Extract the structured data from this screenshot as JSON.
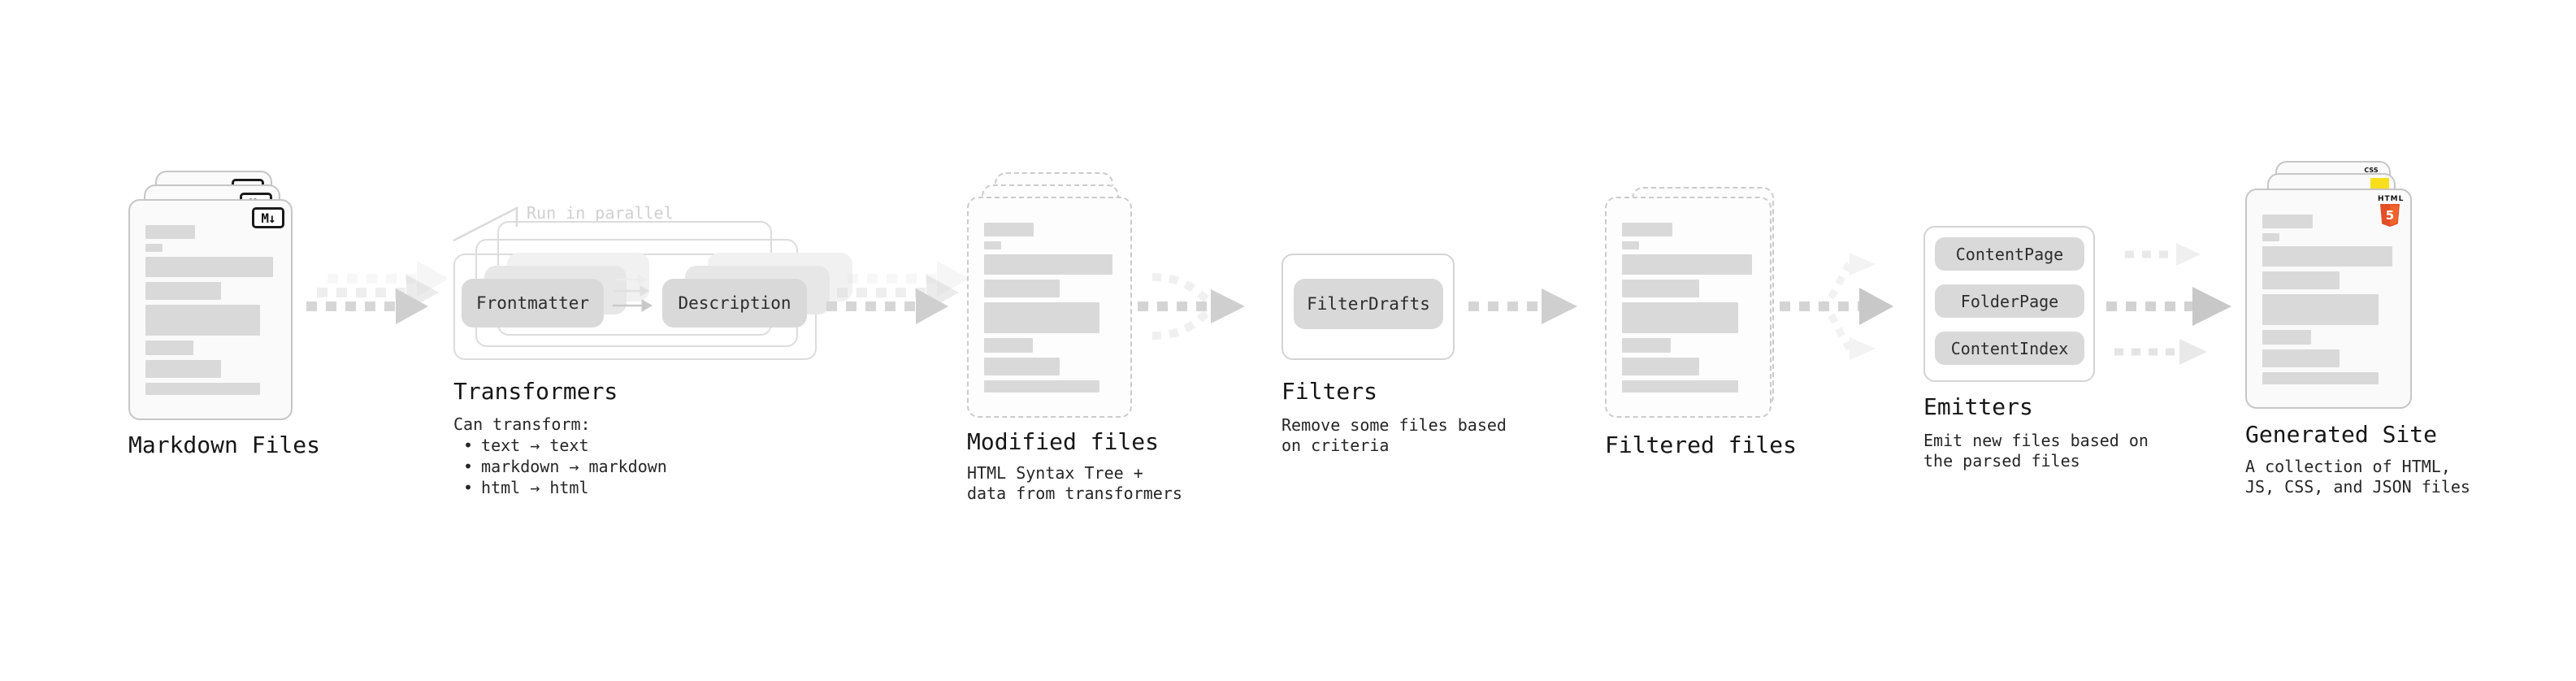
{
  "ui": {
    "bullet_char": "•"
  },
  "colors": {
    "background": "#ffffff",
    "text": "#1f1f1f",
    "muted_note": "#d0d0d0",
    "card_bg": "#fafafa",
    "card_border": "#c6c6c6",
    "bar": "#d9d9d9",
    "pill_bg": "#d9d9d9",
    "pill_text": "#2d2d2d",
    "box_border": "#dcdcdc",
    "arrow_dash": "#d6d6d6",
    "arrow_head": "#cfcfcf",
    "js_yellow": "#f7df1e",
    "html5_orange": "#e34f26",
    "css_blue": "#2c65f1"
  },
  "badges": {
    "markdown_icon": "M↓",
    "css_label": "CSS",
    "html5_label": "HTML",
    "html5_number": "5"
  },
  "file_card_bars": [
    {
      "w": 38,
      "h": 17
    },
    {
      "w": 13,
      "h": 10
    },
    {
      "w": 98,
      "h": 25
    },
    {
      "w": 58,
      "h": 22
    },
    {
      "w": 88,
      "h": 38
    },
    {
      "w": 37,
      "h": 18
    },
    {
      "w": 58,
      "h": 22
    },
    {
      "w": 88,
      "h": 15
    }
  ],
  "stages": {
    "markdown": {
      "title": "Markdown Files"
    },
    "transformers": {
      "title": "Transformers",
      "note": "Run in parallel",
      "pills": [
        "Frontmatter",
        "Description"
      ],
      "desc_heading": "Can transform:",
      "bullets": [
        "text → text",
        "markdown → markdown",
        "html → html"
      ]
    },
    "modified": {
      "title": "Modified files",
      "desc": [
        "HTML Syntax Tree +",
        "data from transformers"
      ]
    },
    "filters": {
      "title": "Filters",
      "pill": "FilterDrafts",
      "desc": [
        "Remove some files based",
        "on criteria"
      ]
    },
    "filtered": {
      "title": "Filtered files"
    },
    "emitters": {
      "title": "Emitters",
      "pills": [
        "ContentPage",
        "FolderPage",
        "ContentIndex"
      ],
      "desc": [
        "Emit new files based on",
        "the parsed files"
      ]
    },
    "generated": {
      "title": "Generated Site",
      "desc": [
        "A collection of HTML,",
        "JS, CSS, and JSON files"
      ]
    }
  }
}
